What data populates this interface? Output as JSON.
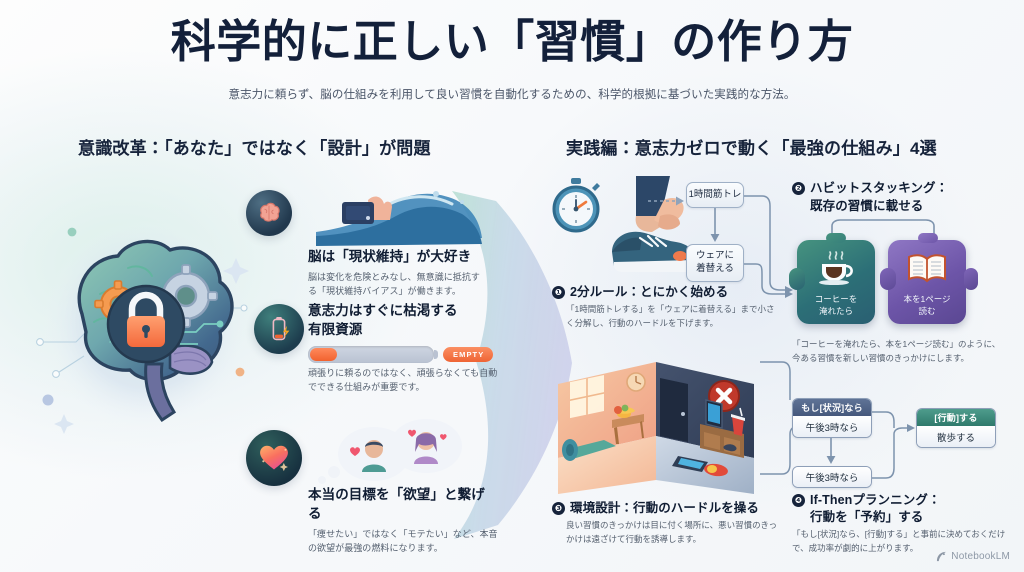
{
  "header": {
    "title": "科学的に正しい「習慣」の作り方",
    "subtitle": "意志力に頼らず、脳の仕組みを利用して良い習慣を自動化するための、科学的根拠に基づいた実践的な方法。"
  },
  "sections": {
    "left_heading": "意識改革：「あなた」ではなく「設計」が問題",
    "right_heading": "実践編：意志力ゼロで動く「最強の仕組み」4選"
  },
  "left_cards": [
    {
      "icon": "brain-icon",
      "headline": "脳は「現状維持」が大好き",
      "body": "脳は変化を危険とみなし、無意識に抵抗する「現状維持バイアス」が働きます。"
    },
    {
      "icon": "battery-icon",
      "headline": "意志力はすぐに枯渇する\n有限資源",
      "headline_line1": "意志力はすぐに枯渇する",
      "headline_line2": "有限資源",
      "battery_tag": "EMPTY",
      "battery_level_percent": 22,
      "body": "頑張りに頼るのではなく、頑張らなくても自動でできる仕組みが重要です。"
    },
    {
      "icon": "heart-icon",
      "headline": "本当の目標を「欲望」と繋げる",
      "body": "「痩せたい」ではなく「モテたい」など、本音の欲望が最強の燃料になります。"
    }
  ],
  "methods": [
    {
      "number": "❶",
      "title": "2分ルール：とにかく始める",
      "body": "「1時間筋トレする」を「ウェアに着替える」まで小さく分解し、行動のハードルを下げます。",
      "flow_nodes": [
        "1時間筋トレ",
        "ウェアに\n着替える"
      ],
      "flow_node_1": "1時間筋トレ",
      "flow_node_2_line1": "ウェアに",
      "flow_node_2_line2": "着替える",
      "icon": "stopwatch-shoe-icon"
    },
    {
      "number": "❷",
      "title_line1": "ハビットスタッキング：",
      "title_line2": "既存の習慣に載せる",
      "body": "「コーヒーを淹れたら、本を1ページ読む」のように、今ある習慣を新しい習慣のきっかけにします。",
      "card_a_line1": "コーヒーを",
      "card_a_line2": "淹れたら",
      "card_a_icon": "coffee-cup-icon",
      "card_b_line1": "本を1ページ",
      "card_b_line2": "読む",
      "card_b_icon": "open-book-icon"
    },
    {
      "number": "❸",
      "title": "環境設計：行動のハードルを操る",
      "body": "良い習慣のきっかけは目に付く場所に、悪い習慣のきっかけは遠ざけて行動を誘導します。",
      "icon": "isometric-room-icon"
    },
    {
      "number": "❹",
      "title_line1": "If-Thenプランニング：",
      "title_line2": "行動を「予約」する",
      "body": "「もし[状況]なら、[行動]する」と事前に決めておくだけで、成功率が劇的に上がります。",
      "if_box_caption": "もし[状況]なら",
      "if_box_value": "午後3時なら",
      "if_box_alt_value": "午後3時なら",
      "then_box_caption": "[行動]する",
      "then_box_value": "散歩する"
    }
  ],
  "watermark": {
    "label": "NotebookLM",
    "icon": "notebooklm-logo-icon"
  },
  "colors": {
    "ink": "#13203a",
    "muted": "#55606f",
    "teal": "#2c6f77",
    "purple": "#6d55a8",
    "orange": "#ef6434",
    "flow_border": "#9fb0c6"
  }
}
